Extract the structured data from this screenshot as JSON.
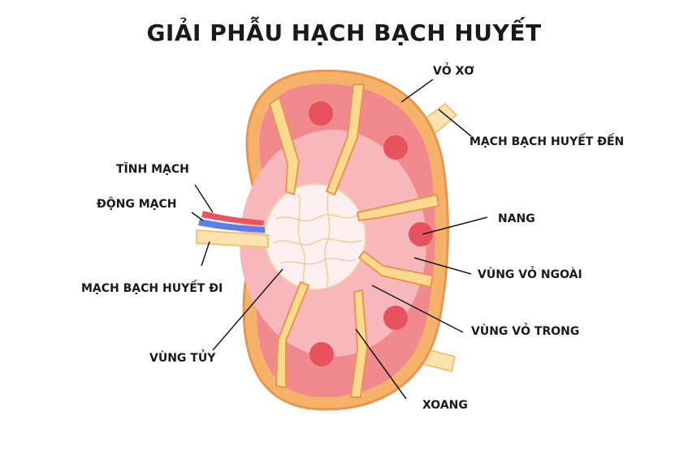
{
  "title": "GIẢI PHẪU HẠCH BẠCH HUYẾT",
  "labels": {
    "fibrous_capsule": "VỎ XƠ",
    "afferent_lymph": "MẠCH BẠCH HUYẾT ĐẾN",
    "vein": "TĨNH MẠCH",
    "artery": "ĐỘNG MẠCH",
    "follicle": "NANG",
    "outer_cortex": "VÙNG VỎ NGOÀI",
    "efferent_lymph": "MẠCH BẠCH HUYẾT ĐI",
    "inner_cortex": "VÙNG VỎ TRONG",
    "medulla": "VÙNG TỦY",
    "sinus": "XOANG"
  },
  "colors": {
    "capsule": "#f6b26b",
    "capsule_stroke": "#e7964c",
    "trabecula": "#fbd98f",
    "cortex_outer": "#f08a8f",
    "cortex_inner": "#f7b7bb",
    "medulla": "#fdf0f0",
    "follicle": "#e8525e",
    "vein": "#e8545e",
    "artery": "#5b7fe6",
    "lymph_vessel": "#fbe3b0"
  }
}
